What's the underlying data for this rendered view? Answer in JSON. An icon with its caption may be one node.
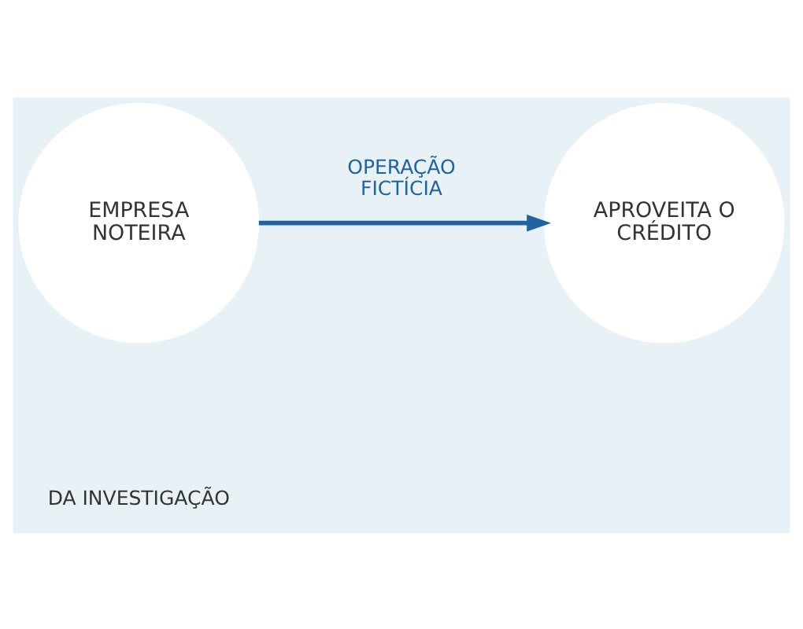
{
  "diagram": {
    "nodes": [
      {
        "text": [
          "EMPRESA NOTEIRA"
        ]
      },
      {
        "text": [
          "APROVEITA O CRÉDITO"
        ]
      }
    ],
    "edges": [
      {
        "from": 0,
        "to": 1,
        "arrow": "to",
        "label": "OPERAÇÃO FICTÍCIA",
        "color": "#1f63a3"
      }
    ],
    "labels": [
      "DA INVESTIGAÇÃO"
    ]
  }
}
